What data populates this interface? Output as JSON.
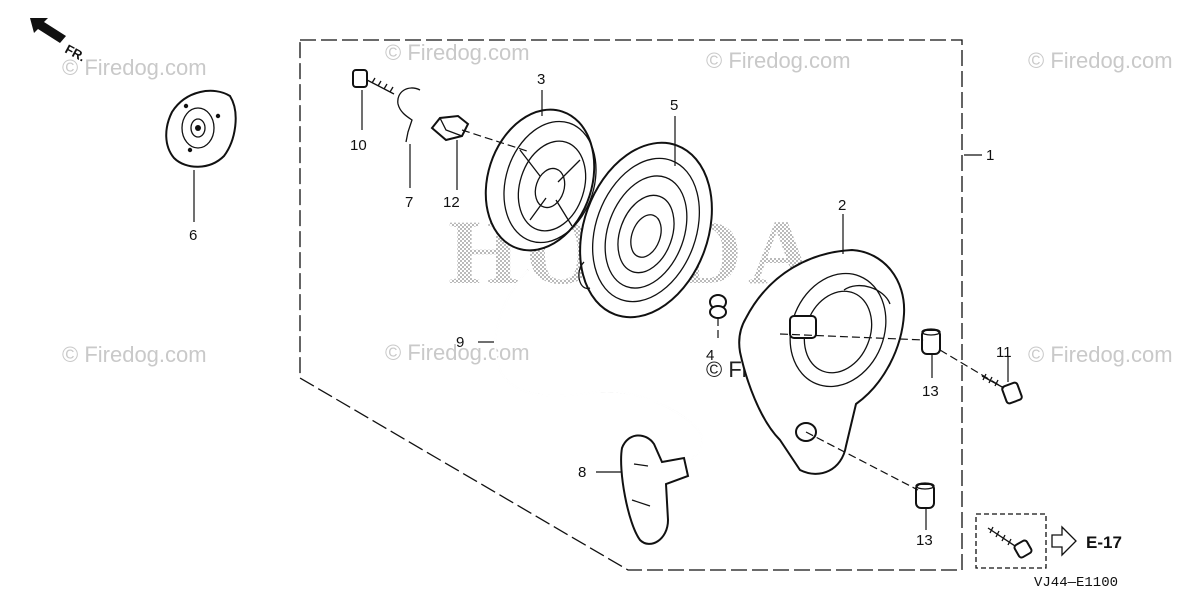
{
  "orientation": {
    "label": "FR.",
    "icon": "arrow-front-icon"
  },
  "watermark": {
    "text": "© Firedog.com",
    "brand_text": "HONDA"
  },
  "callouts": {
    "c1": "1",
    "c2": "2",
    "c3": "3",
    "c4": "4",
    "c5": "5",
    "c6": "6",
    "c7": "7",
    "c8": "8",
    "c9": "9",
    "c10": "10",
    "c11": "11",
    "c12": "12",
    "c13a": "13",
    "c13b": "13"
  },
  "reference": {
    "label": "E-17",
    "icon": "hollow-arrow-right-icon"
  },
  "diagram_code": "VJ44—E1100"
}
